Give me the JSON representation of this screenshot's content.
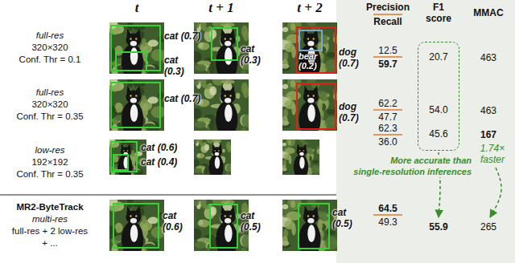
{
  "diagram": {
    "nodes": [
      {
        "text": [
          "cat (0.7)"
        ]
      },
      {
        "text": [
          "cat (0.3)"
        ],
        "in": 0
      },
      {
        "text": [
          "cat (0.3)"
        ]
      },
      {
        "text": [
          "dog (0.7)"
        ]
      },
      {
        "text": [
          "bear (0.2)"
        ],
        "in": 3
      },
      {
        "text": [
          "cat (0.7)"
        ]
      },
      {
        "text": [
          "dog (0.7)"
        ]
      },
      {
        "text": [
          "cat (0.6)"
        ]
      },
      {
        "text": [
          "cat (0.4)"
        ],
        "in": 7
      },
      {
        "text": [
          "cat (0.6)"
        ]
      },
      {
        "text": [
          "cat (0.5)"
        ]
      },
      {
        "text": [
          "cat (0.5)"
        ]
      },
      {
        "text": [
          "20.7",
          "54.0",
          "45.6"
        ]
      }
    ],
    "labels": [
      "t",
      "t + 1",
      "t + 2",
      "Precision",
      "Recall",
      "F1 score",
      "MMAC",
      "full-res",
      "320×320",
      "Conf. Thr = 0.1",
      "12.5",
      "59.7",
      "463",
      "full-res",
      "320×320",
      "Conf. Thr = 0.35",
      "62.2",
      "47.7",
      "463",
      "low-res",
      "192×192",
      "Conf. Thr = 0.35",
      "62.3",
      "36.0",
      "167",
      "1.74× faster",
      "More accurate than",
      "single-resolution inferences",
      "MR2-ByteTrack",
      "multi-res",
      "full-res + 2 low-res",
      "+ ...",
      "64.5",
      "49.3",
      "55.9",
      "265"
    ]
  }
}
